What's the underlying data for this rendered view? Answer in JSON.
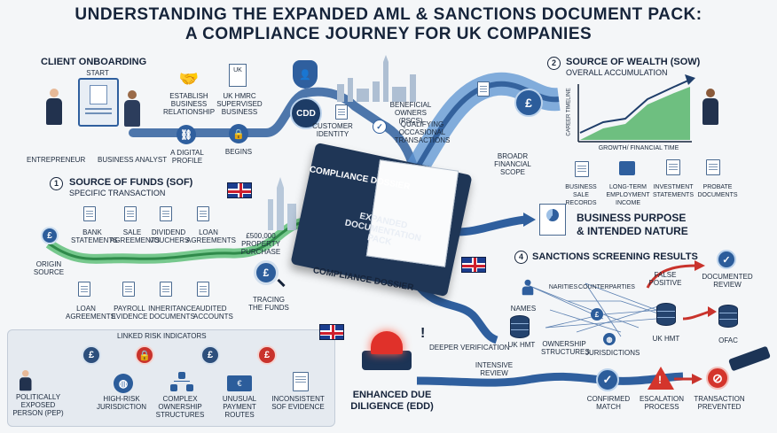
{
  "title": {
    "line1": "UNDERSTANDING THE EXPANDED AML & SANCTIONS DOCUMENT PACK:",
    "line2": "A COMPLIANCE JOURNEY FOR UK COMPANIES"
  },
  "onboarding": {
    "heading": "CLIENT ONBOARDING",
    "start": "START",
    "entrepreneur": "ENTREPRENEUR",
    "analyst": "BUSINESS ANALYST",
    "establish": "ESTABLISH BUSINESS RELATIONSHIP",
    "hmrc": "UK HMRC SUPERVISED BUSINESS",
    "hmrc_badge": "UK",
    "digital_profile": "A DIGITAL PROFILE",
    "begins": "BEGINS",
    "cdd": "CDD",
    "customer_identity": "CUSTOMER IDENTITY",
    "beneficial_owners": "BENEFICIAL OWNERS (PSCs)",
    "qualifying": "QUALIFYING OCCASIONAL TRANSACTIONS"
  },
  "sow": {
    "number": "2",
    "heading": "SOURCE OF WEALTH (SOW)",
    "sub": "OVERALL ACCUMULATION",
    "axis_y": "CAREER TIMELINE",
    "axis_x": "GROWTH/ FINANCIAL TIME",
    "broader": "BROADR FINANCIAL SCOPE",
    "docs": [
      "BUSINESS SALE RECORDS",
      "LONG-TERM EMPLOYMENT INCOME",
      "INVESTMENT STATEMENTS",
      "PROBATE DOCUMENTS"
    ]
  },
  "sof": {
    "number": "1",
    "heading": "SOURCE OF FUNDS (SOF)",
    "sub": "SPECIFIC TRANSACTION",
    "origin": "ORIGIN SOURCE",
    "top_docs": [
      "BANK STATEMENTS",
      "SALE AGREEMENTS",
      "DIVIDEND VOUCHERS",
      "LOAN AGREEMENTS"
    ],
    "bottom_docs": [
      "LOAN AGREEMENTS",
      "PAYROLL EVIDENCE",
      "INHERITANCE DOCUMENTS",
      "AUDITED ACCOUNTS"
    ],
    "purchase": "£500,000 PROPERTY PURCHASE",
    "tracing": "TRACING THE FUNDS"
  },
  "dossier": {
    "cover_title": "COMPLIANCE DOSSIER",
    "center": "EXPANDED DOCUMENTATION PACK",
    "bottom_label": "COMPLIANCE DOSSIER"
  },
  "business_purpose": {
    "line1": "BUSINESS PURPOSE",
    "line2": "& INTENDED NATURE"
  },
  "sanctions": {
    "number": "4",
    "heading": "SANCTIONS SCREENING RESULTS",
    "names": "NAMES",
    "narities": "NARITIES",
    "counterparties": "COUNTERPARTIES",
    "false_positive": "FALSE POSITIVE",
    "documented_review": "DOCUMENTED REVIEW",
    "uk_hmt_left": "UK HMT",
    "ownership": "OWNERSHIP STRUCTURES",
    "jurisdictions": "JURISDICTIONS",
    "uk_hmt_right": "UK HMT",
    "ofac": "OFAC"
  },
  "risk": {
    "heading": "LINKED RISK INDICATORS",
    "items": [
      "POLITICALLY EXPOSED PERSON (PEP)",
      "HIGH-RISK JURISDICTION",
      "COMPLEX OWNERSHIP STRUCTURES",
      "UNUSUAL PAYMENT ROUTES",
      "INCONSISTENT SOF EVIDENCE"
    ]
  },
  "edd": {
    "deeper": "DEEPER VERIFICATION",
    "label": "ENHANCED DUE DILIGENCE (EDD)",
    "intensive": "INTENSIVE REVIEW",
    "confirmed": "CONFIRMED MATCH",
    "escalation": "ESCALATION PROCESS",
    "prevented": "TRANSACTION PREVENTED"
  },
  "colors": {
    "navy": "#15233a",
    "flow_blue": "#2f5f9e",
    "green_flow": "#3fae5a",
    "alert_red": "#c9332c"
  }
}
